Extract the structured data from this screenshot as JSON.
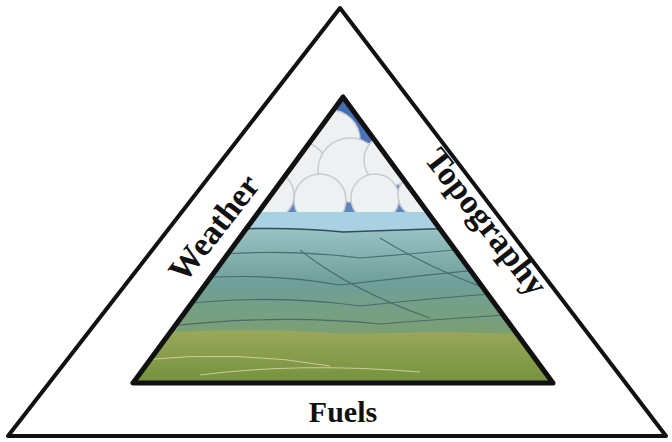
{
  "diagram": {
    "labels": [
      "Weather",
      "Topography",
      "Fuels"
    ]
  }
}
